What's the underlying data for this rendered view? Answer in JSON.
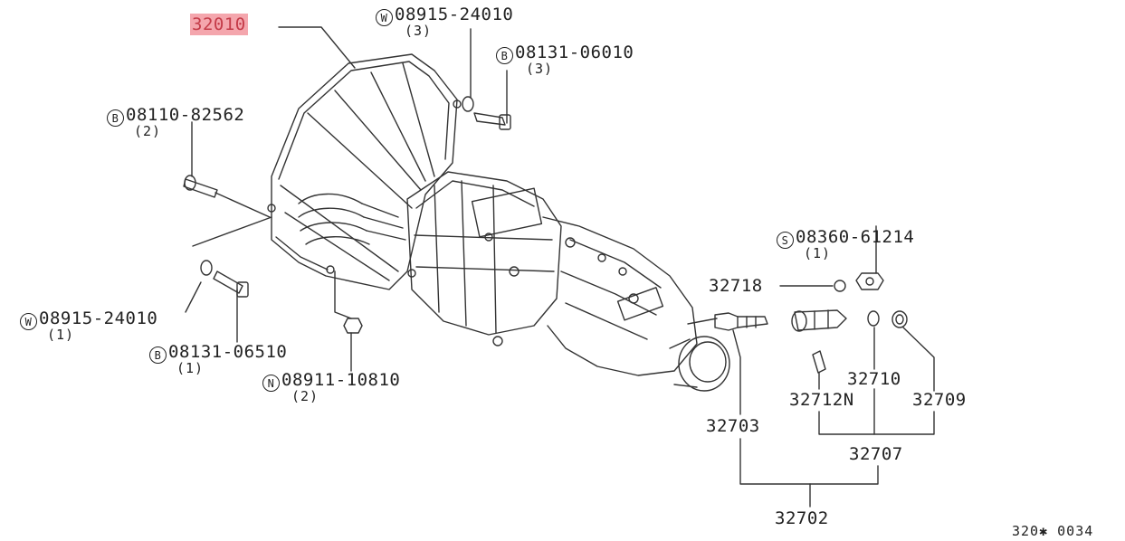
{
  "diagram": {
    "highlight_color": "#f4a6ad",
    "line_color": "#333333",
    "main_part": {
      "number": "32010"
    },
    "parts": [
      {
        "prefix": "W",
        "number": "08915-24010",
        "qty": "(3)"
      },
      {
        "prefix": "B",
        "number": "08131-06010",
        "qty": "(3)"
      },
      {
        "prefix": "B",
        "number": "08110-82562",
        "qty": "(2)"
      },
      {
        "prefix": "S",
        "number": "08360-61214",
        "qty": "(1)"
      },
      {
        "prefix": "W",
        "number": "08915-24010",
        "qty": "(1)"
      },
      {
        "prefix": "B",
        "number": "08131-06510",
        "qty": "(1)"
      },
      {
        "prefix": "N",
        "number": "08911-10810",
        "qty": "(2)"
      }
    ],
    "subparts": [
      "32718",
      "32710",
      "32712N",
      "32709",
      "32703",
      "32707",
      "32702"
    ],
    "reference": "320✱ 0034"
  }
}
